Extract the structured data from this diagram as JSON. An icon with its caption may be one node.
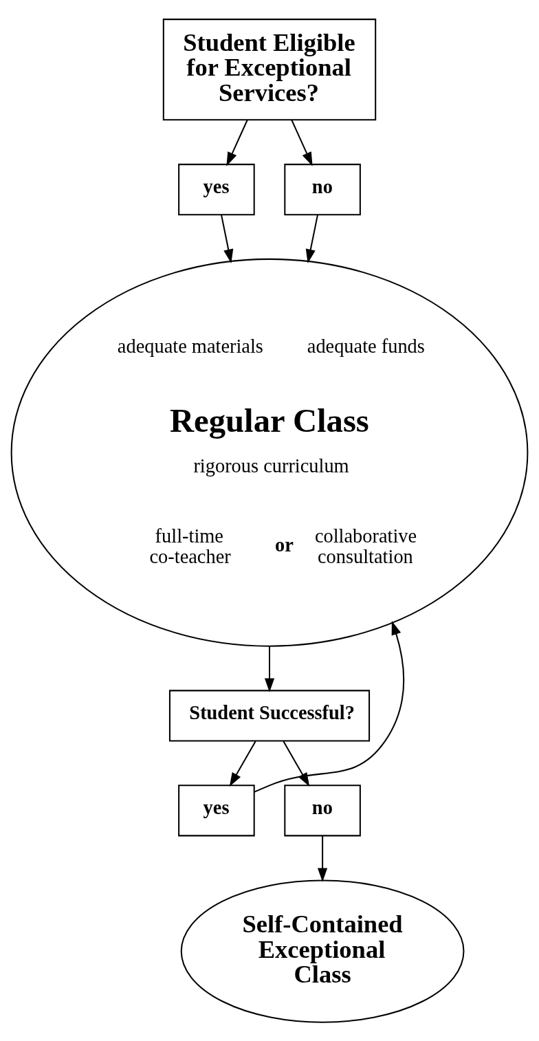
{
  "diagram": {
    "nodes": [
      {
        "text": [
          "Student Eligible for Exceptional Services?"
        ]
      },
      {
        "text": [
          "yes"
        ]
      },
      {
        "text": [
          "no"
        ]
      },
      {
        "text": [
          "adequate materials",
          "adequate funds",
          "Regular Class",
          "rigorous curriculum",
          "full-time co-teacher",
          "or",
          "collaborative consultation"
        ]
      },
      {
        "text": [
          "Student Successful?"
        ]
      },
      {
        "text": [
          "yes"
        ]
      },
      {
        "text": [
          "no"
        ]
      },
      {
        "text": [
          "Self-Contained Exceptional Class"
        ]
      }
    ],
    "edges": [
      {
        "from": 0,
        "to": 1,
        "arrow": "to"
      },
      {
        "from": 0,
        "to": 2,
        "arrow": "to"
      },
      {
        "from": 1,
        "to": 3,
        "arrow": "to"
      },
      {
        "from": 2,
        "to": 3,
        "arrow": "to"
      },
      {
        "from": 3,
        "to": 4,
        "arrow": "to"
      },
      {
        "from": 4,
        "to": 5,
        "arrow": "to"
      },
      {
        "from": 4,
        "to": 6,
        "arrow": "to"
      },
      {
        "from": 5,
        "to": 3,
        "arrow": "to"
      },
      {
        "from": 6,
        "to": 7,
        "arrow": "to"
      }
    ]
  }
}
